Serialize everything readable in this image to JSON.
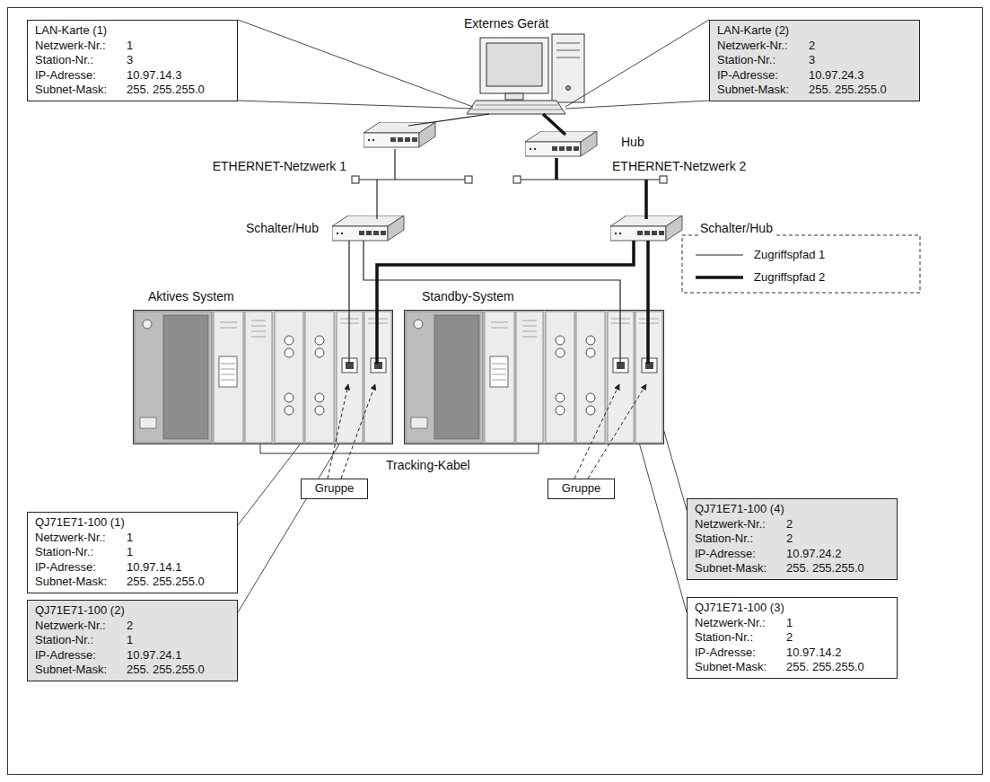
{
  "diagram": {
    "nodes": [
      {
        "text": [
          "LAN-Karte (1)",
          "Netzwerk-Nr.:",
          "1",
          "Station-Nr.:",
          "3",
          "IP-Adresse:",
          "10.97.14.3",
          "Subnet-Mask:",
          "255. 255.255.0"
        ]
      },
      {
        "text": [
          "LAN-Karte (2)",
          "Netzwerk-Nr.:",
          "2",
          "Station-Nr.:",
          "3",
          "IP-Adresse:",
          "10.97.24.3",
          "Subnet-Mask:",
          "255. 255.255.0"
        ]
      },
      {
        "text": [
          "Gruppe"
        ]
      },
      {
        "text": [
          "Gruppe"
        ]
      },
      {
        "text": [
          "QJ71E71-100 (4)",
          "Netzwerk-Nr.:",
          "2",
          "Station-Nr.:",
          "2",
          "IP-Adresse:",
          "10.97.24.2",
          "Subnet-Mask:",
          "255. 255.255.0"
        ]
      },
      {
        "text": [
          "QJ71E71-100 (1)",
          "Netzwerk-Nr.:",
          "1",
          "Station-Nr.:",
          "1",
          "IP-Adresse:",
          "10.97.14.1",
          "Subnet-Mask:",
          "255. 255.255.0"
        ]
      },
      {
        "text": [
          "QJ71E71-100 (3)",
          "Netzwerk-Nr.:",
          "1",
          "Station-Nr.:",
          "2",
          "IP-Adresse:",
          "10.97.14.2",
          "Subnet-Mask:",
          "255. 255.255.0"
        ]
      },
      {
        "text": [
          "QJ71E71-100 (2)",
          "Netzwerk-Nr.:",
          "2",
          "Station-Nr.:",
          "1",
          "IP-Adresse:",
          "10.97.24.1",
          "Subnet-Mask:",
          "255. 255.255.0"
        ]
      }
    ],
    "labels": [
      "Externes Gerät",
      "Hub",
      "ETHERNET-Netzwerk 1",
      "ETHERNET-Netzwerk 2",
      "Schalter/Hub",
      "Schalter/Hub",
      "Aktives System",
      "Standby-System",
      "Tracking-Kabel"
    ],
    "legend": [
      {
        "text": "Zugriffspfad 1"
      },
      {
        "text": "Zugriffspfad 2"
      }
    ]
  }
}
